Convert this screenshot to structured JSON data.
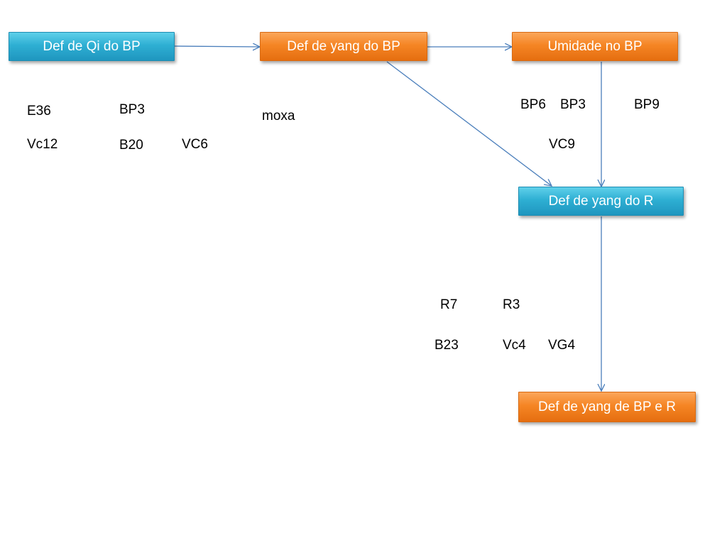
{
  "nodes": {
    "qi_bp": {
      "label": "Def de Qi do BP",
      "color": "#2eafd3"
    },
    "yang_bp": {
      "label": "Def de yang do BP",
      "color": "#f58524"
    },
    "umidade_bp": {
      "label": "Umidade no BP",
      "color": "#f58524"
    },
    "yang_r": {
      "label": "Def de yang do R",
      "color": "#2eafd3"
    },
    "yang_bp_r": {
      "label": "Def de yang de BP e R",
      "color": "#f58524"
    }
  },
  "edges": [
    {
      "from": "qi_bp",
      "to": "yang_bp"
    },
    {
      "from": "yang_bp",
      "to": "umidade_bp"
    },
    {
      "from": "yang_bp",
      "to": "yang_r"
    },
    {
      "from": "umidade_bp",
      "to": "yang_r"
    },
    {
      "from": "yang_r",
      "to": "yang_bp_r"
    }
  ],
  "points": {
    "qi_bp": [
      "E36",
      "BP3",
      "Vc12",
      "B20",
      "VC6"
    ],
    "yang_bp": [
      "moxa"
    ],
    "umidade_bp": [
      "BP6",
      "BP3",
      "BP9",
      "VC9"
    ],
    "yang_r": [
      "R7",
      "R3",
      "B23",
      "Vc4",
      "VG4"
    ]
  },
  "colors": {
    "arrow": "#4a7ebb",
    "blue": "#2eafd3",
    "orange": "#f58524"
  }
}
